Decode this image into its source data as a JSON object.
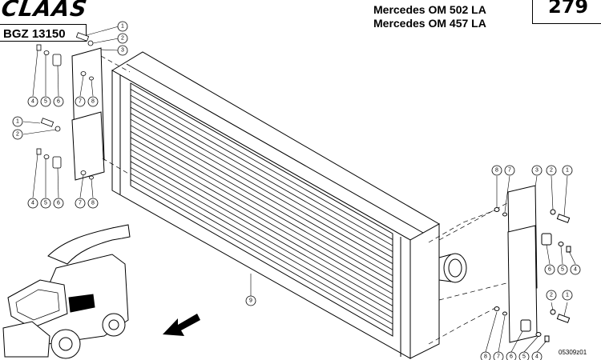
{
  "header": {
    "brand": "CLAAS",
    "document_code": "BGZ 13150",
    "engine_line_1": "Mercedes OM 502 LA",
    "engine_line_2": "Mercedes OM 457 LA",
    "page_number": "279"
  },
  "footer": {
    "reference": "05309z01"
  },
  "callouts": [
    "1",
    "2",
    "3",
    "4",
    "5",
    "6",
    "7",
    "8",
    "9"
  ]
}
